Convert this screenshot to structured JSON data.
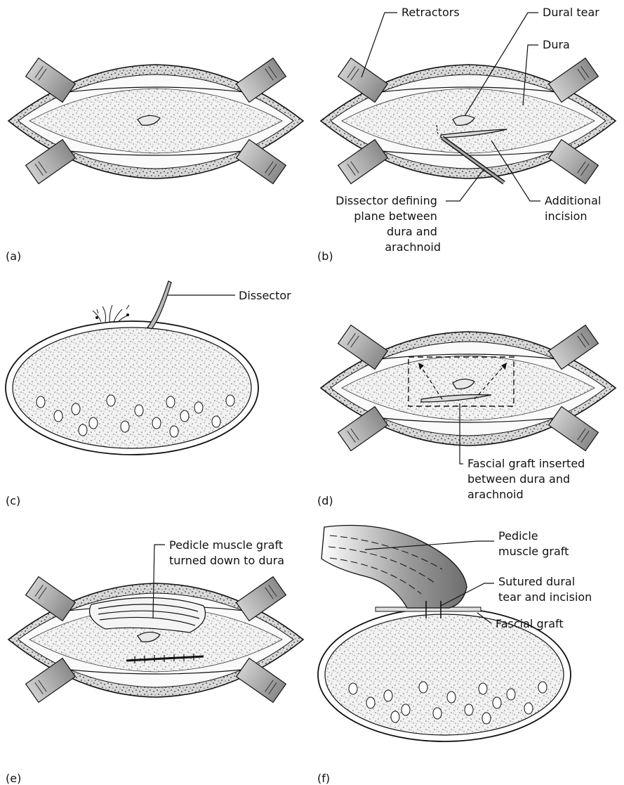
{
  "panels": {
    "a": {
      "letter": "(a)"
    },
    "b": {
      "letter": "(b)",
      "retractors": "Retractors",
      "dural_tear": "Dural tear",
      "dura": "Dura",
      "dissector_lines": [
        "Dissector defining",
        "plane between",
        "dura and",
        "arachnoid"
      ],
      "incision_lines": [
        "Additional",
        "incision"
      ]
    },
    "c": {
      "letter": "(c)",
      "dissector": "Dissector"
    },
    "d": {
      "letter": "(d)",
      "graft_lines": [
        "Fascial graft inserted",
        "between dura and",
        "arachnoid"
      ]
    },
    "e": {
      "letter": "(e)",
      "pedicle_lines": [
        "Pedicle muscle graft",
        "turned down to dura"
      ]
    },
    "f": {
      "letter": "(f)",
      "muscle_lines": [
        "Pedicle",
        "muscle graft"
      ],
      "sutured_lines": [
        "Sutured dural",
        "tear and incision"
      ],
      "fascial": "Fascial graft"
    }
  }
}
